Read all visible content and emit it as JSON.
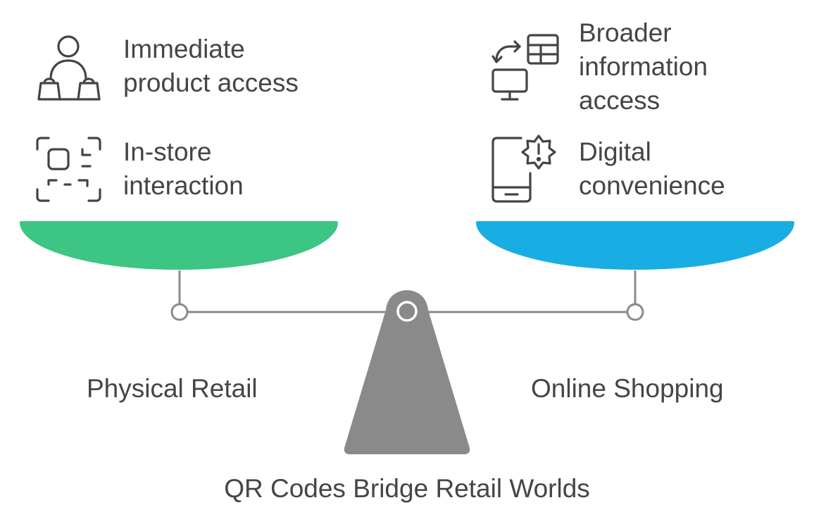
{
  "left": {
    "label": "Physical Retail",
    "color": "#3cc583",
    "items": [
      {
        "icon": "shopper-with-bags-icon",
        "line1": "Immediate",
        "line2": "product access"
      },
      {
        "icon": "scan-frame-icon",
        "line1": "In-store",
        "line2": "interaction"
      }
    ]
  },
  "right": {
    "label": "Online Shopping",
    "color": "#18aee3",
    "items": [
      {
        "icon": "monitor-table-sync-icon",
        "line1": "Broader",
        "line2": "information",
        "line3": "access"
      },
      {
        "icon": "phone-alert-icon",
        "line1": "Digital",
        "line2": "convenience"
      }
    ]
  },
  "fulcrum_color": "#8a8a8a",
  "caption": "QR Codes Bridge Retail Worlds"
}
